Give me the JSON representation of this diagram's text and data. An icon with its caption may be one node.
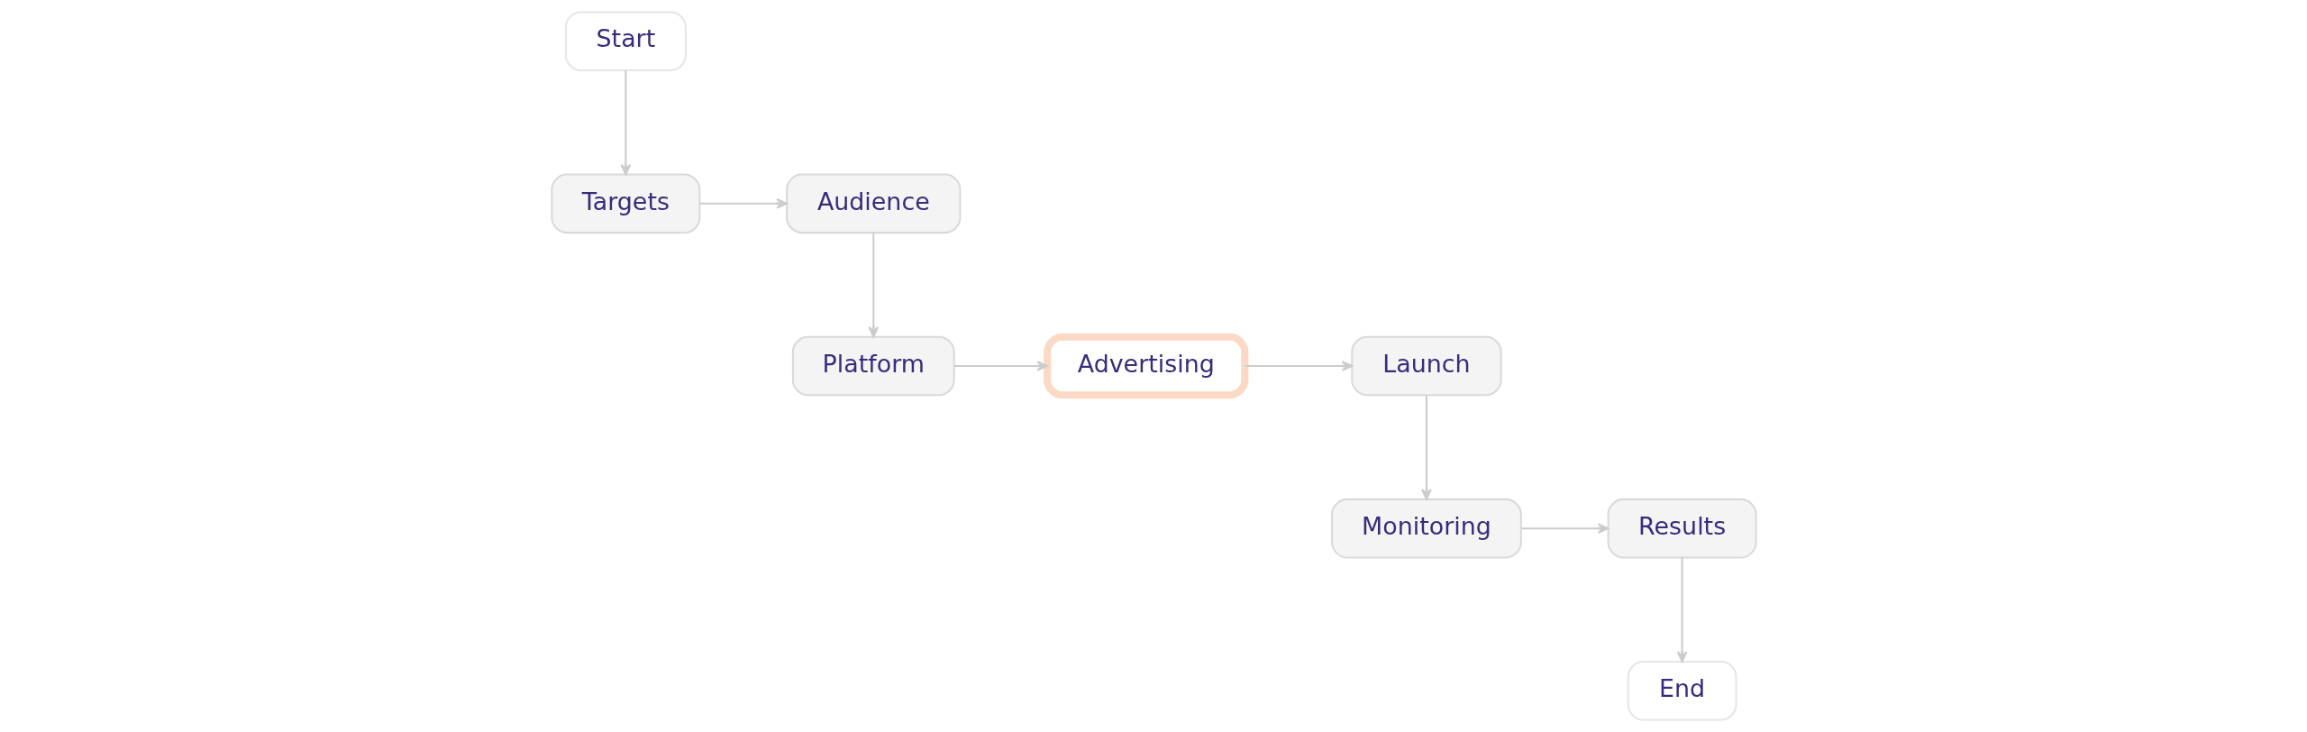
{
  "diagram": {
    "nodes": [
      {
        "text": [
          "Start"
        ]
      },
      {
        "text": [
          "Targets"
        ]
      },
      {
        "text": [
          "Audience"
        ]
      },
      {
        "text": [
          "Platform"
        ]
      },
      {
        "text": [
          "Advertising"
        ]
      },
      {
        "text": [
          "Launch"
        ]
      },
      {
        "text": [
          "Monitoring"
        ]
      },
      {
        "text": [
          "Results"
        ]
      },
      {
        "text": [
          "End"
        ]
      }
    ],
    "edges": [
      {
        "from": 0,
        "to": 1,
        "arrow": "to"
      },
      {
        "from": 1,
        "to": 2,
        "arrow": "to"
      },
      {
        "from": 2,
        "to": 3,
        "arrow": "to"
      },
      {
        "from": 3,
        "to": 4,
        "arrow": "to"
      },
      {
        "from": 4,
        "to": 5,
        "arrow": "to"
      },
      {
        "from": 5,
        "to": 6,
        "arrow": "to"
      },
      {
        "from": 6,
        "to": 7,
        "arrow": "to"
      },
      {
        "from": 7,
        "to": 8,
        "arrow": "to"
      }
    ]
  }
}
